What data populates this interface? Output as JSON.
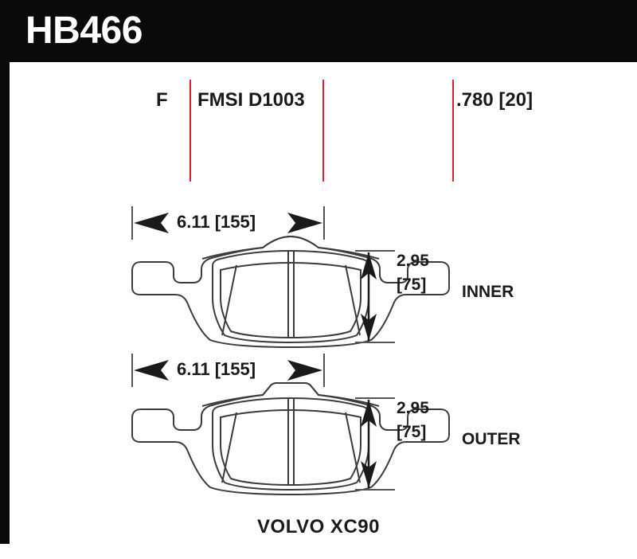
{
  "header": {
    "part_number": "HB466",
    "background_color": "#0a0a0a",
    "text_color": "#ffffff"
  },
  "info_row": {
    "divider_color": "#e02028",
    "position_code": "F",
    "fmsi": "FMSI D1003",
    "thickness": ".780 [20]"
  },
  "pads": [
    {
      "id": "inner",
      "side_label": "INNER",
      "width_dimension": "6.11 [155]",
      "height_dimension_in": "2.95",
      "height_dimension_mm": "[75]"
    },
    {
      "id": "outer",
      "side_label": "OUTER",
      "width_dimension": "6.11 [155]",
      "height_dimension_in": "2.95",
      "height_dimension_mm": "[75]"
    }
  ],
  "vehicle": "VOLVO XC90",
  "drawing": {
    "line_color": "#3c3c3c",
    "arrow_color": "#1a1a1a"
  }
}
